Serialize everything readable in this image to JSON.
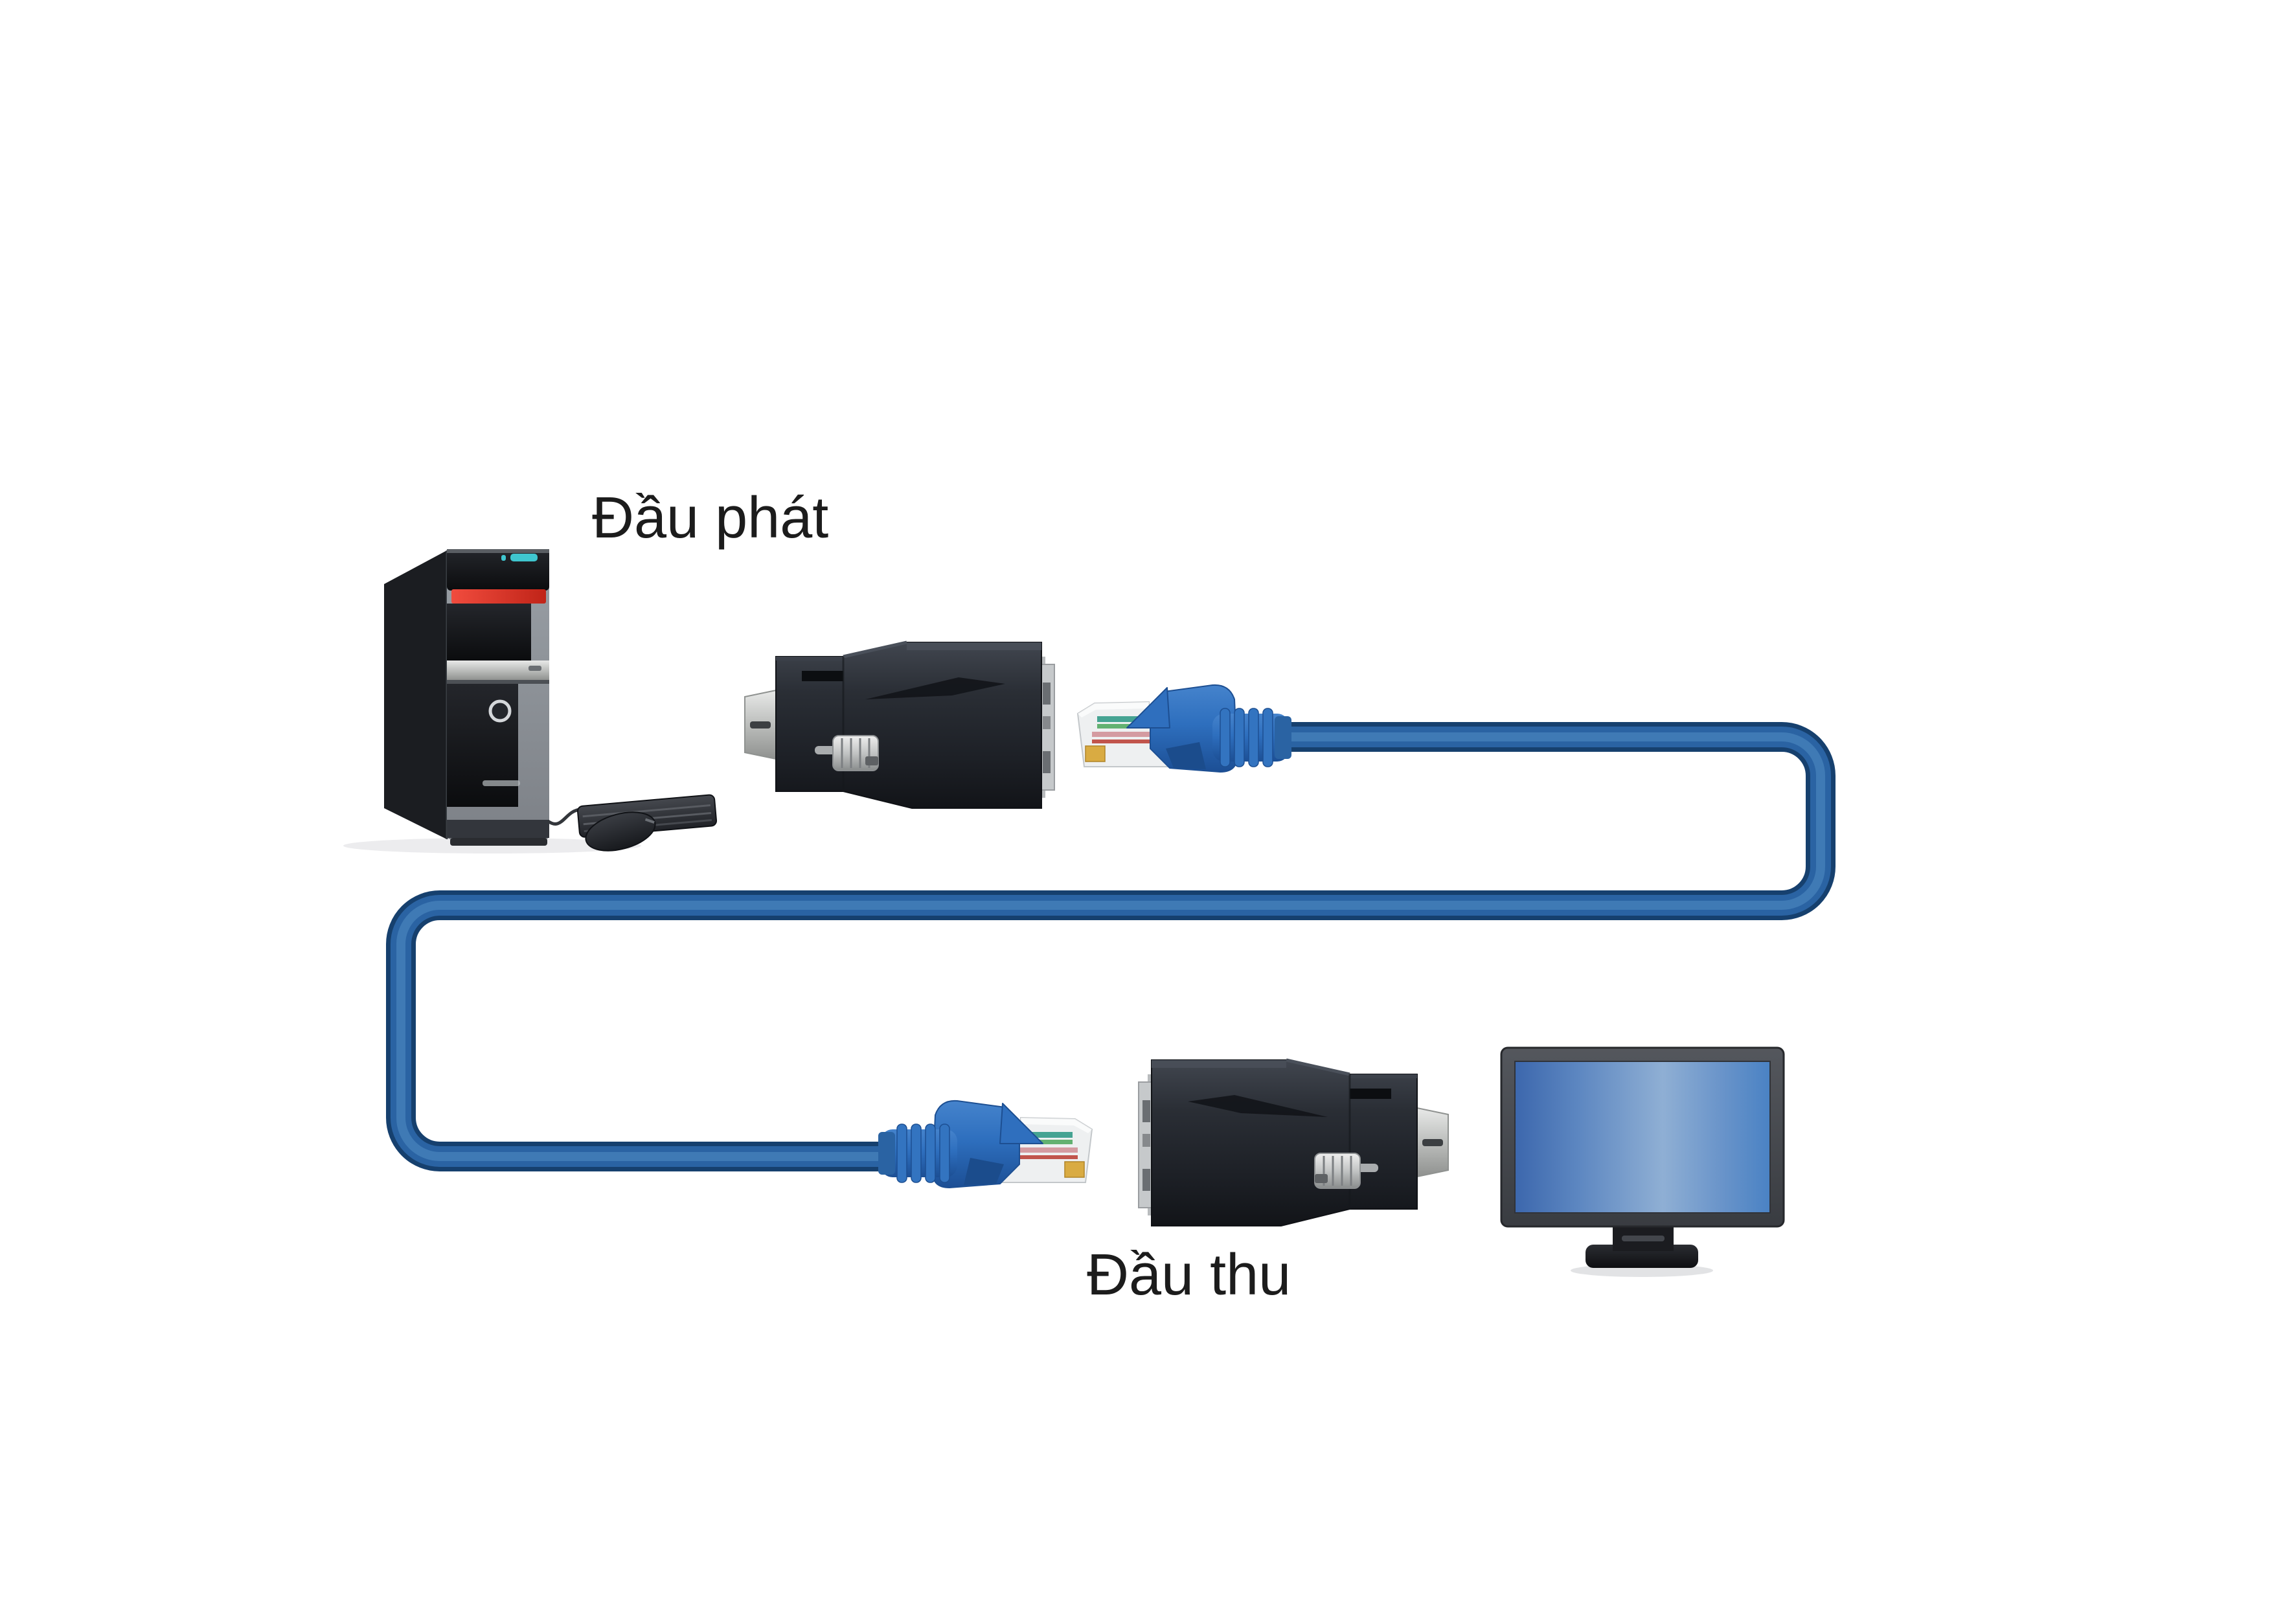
{
  "labels": {
    "transmitter": "Đầu phát",
    "receiver": "Đầu thu"
  },
  "devices": [
    "pc-tower",
    "keyboard",
    "mouse",
    "vga-rj45-adapter-transmitter",
    "rj45-plug-transmitter-side",
    "ethernet-cable",
    "rj45-plug-receiver-side",
    "vga-rj45-adapter-receiver",
    "monitor"
  ],
  "colors": {
    "background": "#ffffff",
    "label_text": "#1c1c1c",
    "cable_outer": "#16406e",
    "cable_mid": "#2a63a3",
    "cable_core": "#3f7ab5",
    "plug_boot_blue": "#2e6fbe",
    "plug_clear": "#eef0f1",
    "adapter_body": "#262a31",
    "adapter_top_light": "#494f59",
    "vga_silver": "#c9cbc8",
    "tower_red_stripe": "#e03a2d",
    "power_accent_teal": "#3fc6cf",
    "screen_blue_light": "#8fafd4",
    "screen_blue": "#3c67ad"
  }
}
